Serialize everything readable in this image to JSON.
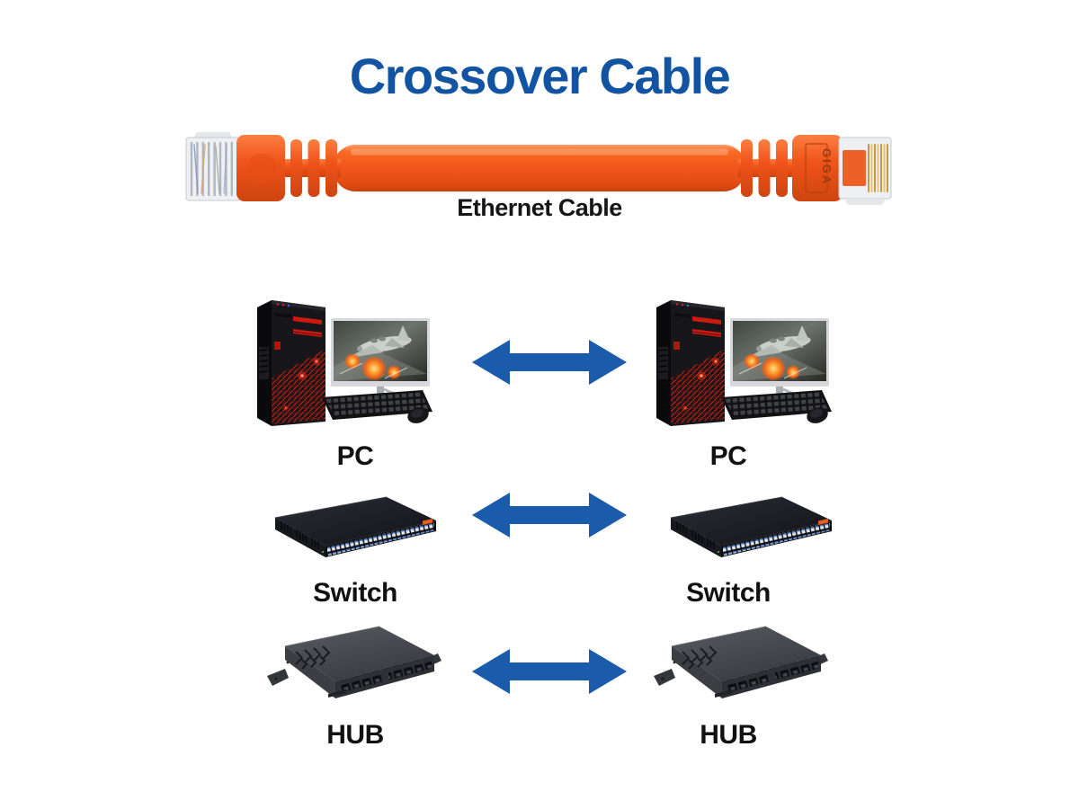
{
  "title": {
    "text": "Crossover Cable",
    "color": "#1254A2"
  },
  "cable": {
    "label": "Ethernet Cable",
    "connector_text": "GIGA",
    "color": "#F2571C"
  },
  "arrows": {
    "color": "#1A5BAC",
    "direction": "bidirectional"
  },
  "rows": [
    {
      "id": "pc",
      "left_label": "PC",
      "right_label": "PC"
    },
    {
      "id": "switch",
      "left_label": "Switch",
      "right_label": "Switch"
    },
    {
      "id": "hub",
      "left_label": "HUB",
      "right_label": "HUB"
    }
  ]
}
